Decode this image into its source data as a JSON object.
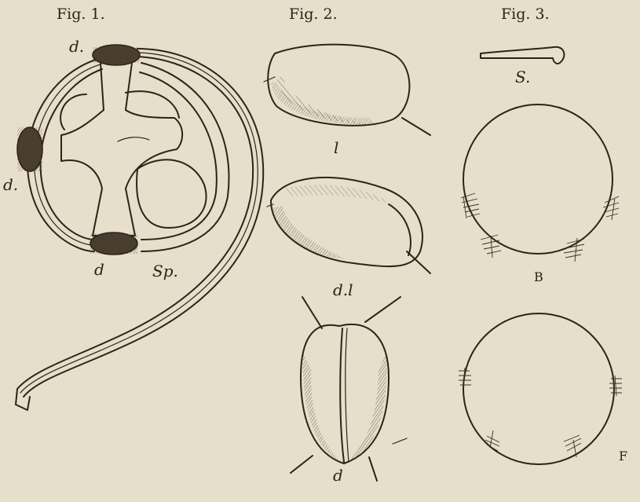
{
  "figures": {
    "fig1": {
      "title": "Fig. 1.",
      "labels": {
        "d_top": "d.",
        "d_left": "d.",
        "d_bottom": "d",
        "sp": "Sp."
      }
    },
    "fig2": {
      "title": "Fig. 2.",
      "labels": {
        "l": "l",
        "dl": "d.l",
        "d": "d"
      }
    },
    "fig3": {
      "title": "Fig. 3.",
      "labels": {
        "s": "S.",
        "b": "B",
        "f": "F"
      }
    }
  },
  "colors": {
    "paper": "#e6dfcb",
    "ink": "#2b2418"
  }
}
